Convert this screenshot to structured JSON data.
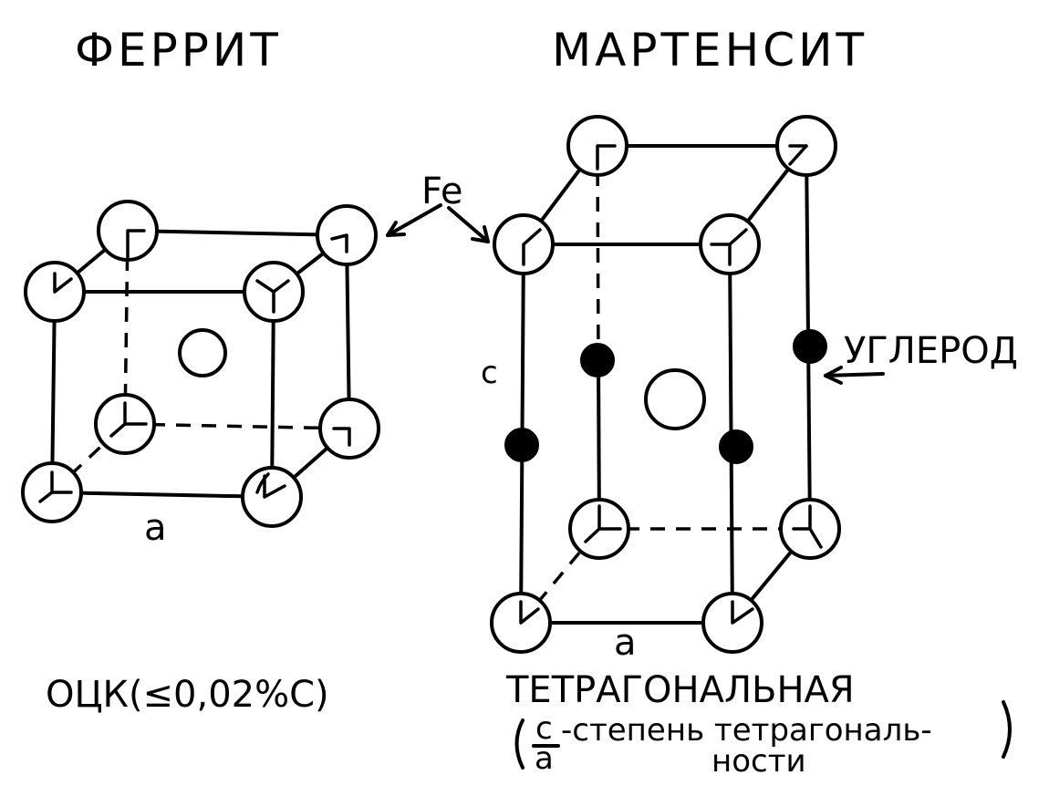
{
  "ferrite": {
    "title": "ФЕРРИТ",
    "lattice_label_a": "a",
    "caption": "ОЦК(≤0,02%С)"
  },
  "martensite": {
    "title": "МАРТЕНСИТ",
    "lattice_label_a": "a",
    "lattice_label_c": "c",
    "caption": "ТЕТРАГОНАЛЬНАЯ",
    "ratio_numerator": "c",
    "ratio_denominator": "a",
    "ratio_text_line1": "-степень тетрагональ-",
    "ratio_text_line2": "ности"
  },
  "labels": {
    "iron": "Fe",
    "carbon": "УГЛЕРОД"
  }
}
